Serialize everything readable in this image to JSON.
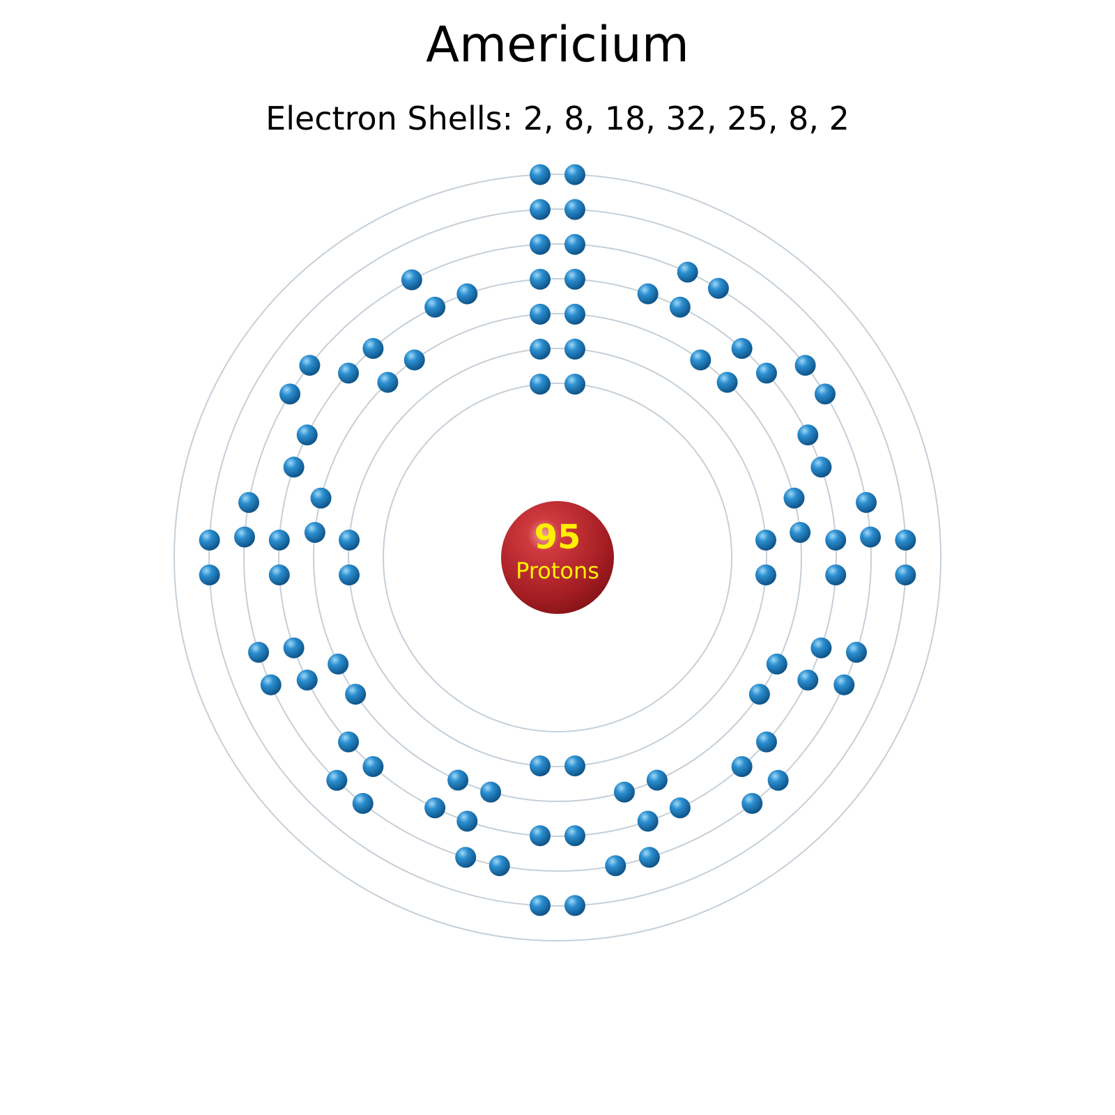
{
  "title": "Americium",
  "subtitle": "Electron Shells: 2, 8, 18, 32, 25, 8, 2",
  "nucleus": {
    "number": "95",
    "label": "Protons"
  },
  "shells": [
    2,
    8,
    18,
    32,
    25,
    8,
    2
  ],
  "colors": {
    "orbit": "#c5cfd8",
    "electron": "#1e78b4",
    "nucleus": "#a31d22",
    "nucleus_text": "#ffef00",
    "text": "#000000"
  }
}
